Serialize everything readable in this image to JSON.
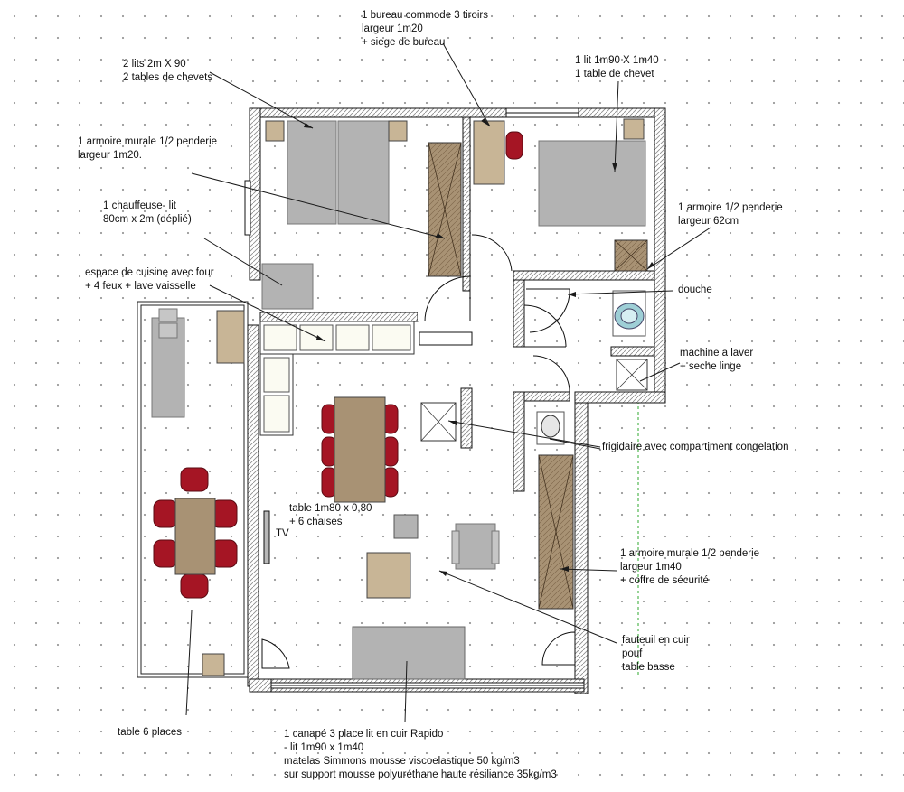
{
  "colors": {
    "wall_hatch": "#c9c9c9",
    "furniture_gray": "#b3b3b3",
    "wood": "#a89274",
    "wood_dark": "#8a7256",
    "chair_red": "#a51524",
    "leader": "#1a1a1a",
    "green_dash": "#2faa2f"
  },
  "labels": {
    "bureau": [
      "1 bureau commode 3 tiroirs",
      "largeur 1m20",
      "+ siege de bureau"
    ],
    "lit_double": [
      "1 lit 1m90 X 1m40",
      "1 table de chevet"
    ],
    "lits_jumeaux": [
      "2 lits 2m X 90",
      "2 tables de chevets"
    ],
    "armoire_murale": [
      "1 armoire murale 1/2 penderie",
      "largeur 1m20."
    ],
    "chauffeuse": [
      "1 chauffeuse- lit",
      "80cm x 2m (déplié)"
    ],
    "cuisine": [
      "espace de cuisine avec four",
      "+ 4 feux + lave vaisselle"
    ],
    "armoire_62": [
      "1 armoire 1/2 penderie",
      "largeur 62cm"
    ],
    "douche": [
      "douche"
    ],
    "machine": [
      "machine a laver",
      "+ seche linge"
    ],
    "frigidaire": [
      "frigidaire avec compartiment congelation"
    ],
    "table_interieure": [
      "table 1m80 x 0,80",
      "+ 6 chaises"
    ],
    "tv": [
      "TV"
    ],
    "armoire_140": [
      "1 armoire murale 1/2 penderie",
      "largeur 1m40",
      "+ coffre de sécurité"
    ],
    "salon": [
      "fauteuil en cuir",
      "pouf",
      "table basse"
    ],
    "table_terrasse": [
      "table 6 places"
    ],
    "canape": [
      "1 canapé 3 place lit en cuir  Rapido",
      "- lit 1m90 x 1m40",
      "matelas Simmons mousse viscoelastique 50 kg/m3",
      "sur support mousse polyuréthane haute résiliance 35kg/m3"
    ]
  }
}
